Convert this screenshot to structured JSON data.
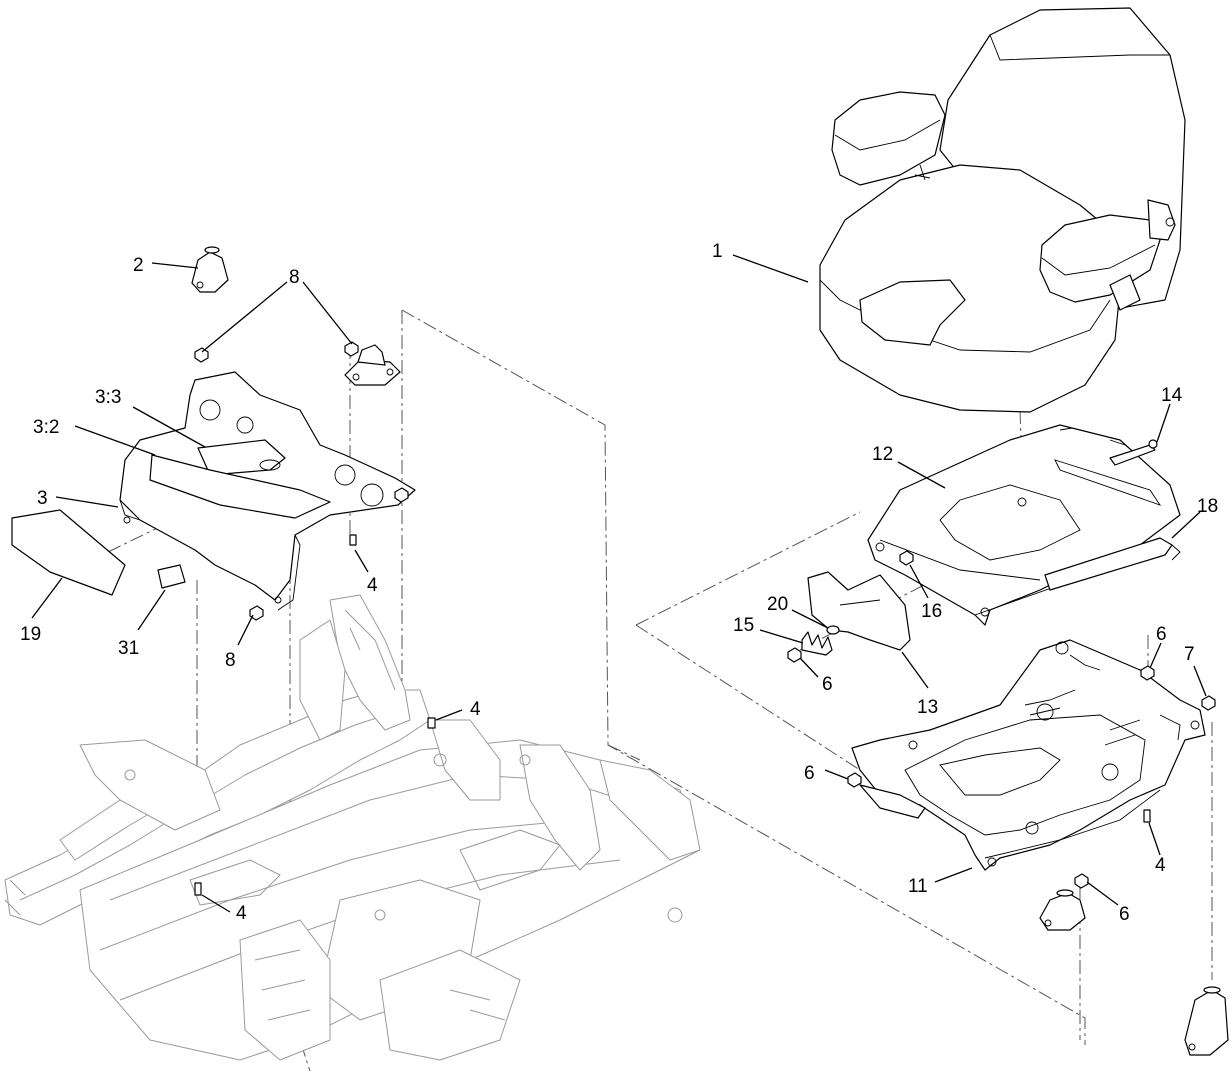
{
  "callouts": {
    "c1": "1",
    "c2": "2",
    "c3": "3",
    "c3_2": "3:2",
    "c3_3": "3:3",
    "c4_a": "4",
    "c4_b": "4",
    "c4_c": "4",
    "c4_d": "4",
    "c6_a": "6",
    "c6_b": "6",
    "c6_c": "6",
    "c6_d": "6",
    "c7": "7",
    "c8_a": "8",
    "c8_b": "8",
    "c11": "11",
    "c12": "12",
    "c13": "13",
    "c14": "14",
    "c15": "15",
    "c16": "16",
    "c18": "18",
    "c19": "19",
    "c20": "20",
    "c31": "31"
  }
}
